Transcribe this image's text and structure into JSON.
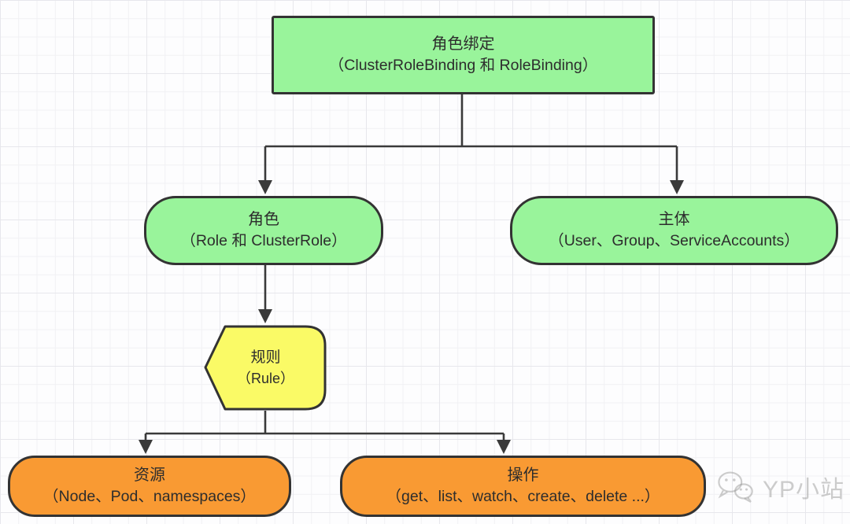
{
  "diagram": {
    "type": "flowchart",
    "nodes": {
      "role_binding": {
        "title": "角色绑定",
        "subtitle": "（ClusterRoleBinding 和 RoleBinding）",
        "shape": "rectangle",
        "fill": "#99f49b"
      },
      "role": {
        "title": "角色",
        "subtitle": "（Role 和 ClusterRole）",
        "shape": "rounded",
        "fill": "#99f49b"
      },
      "subject": {
        "title": "主体",
        "subtitle": "（User、Group、ServiceAccounts）",
        "shape": "rounded",
        "fill": "#99f49b"
      },
      "rule": {
        "title": "规则",
        "subtitle": "（Rule）",
        "shape": "left-point-pentagon",
        "fill": "#fafa66"
      },
      "resource": {
        "title": "资源",
        "subtitle": "（Node、Pod、namespaces）",
        "shape": "rounded",
        "fill": "#f99a33"
      },
      "action": {
        "title": "操作",
        "subtitle": "（get、list、watch、create、delete ...）",
        "shape": "rounded",
        "fill": "#f99a33"
      }
    },
    "edges": [
      {
        "from": "role_binding",
        "to": "role"
      },
      {
        "from": "role_binding",
        "to": "subject"
      },
      {
        "from": "role",
        "to": "rule"
      },
      {
        "from": "rule",
        "to": "resource"
      },
      {
        "from": "rule",
        "to": "action"
      }
    ],
    "colors": {
      "node_green": "#99f49b",
      "node_yellow": "#fafa66",
      "node_orange": "#f99a33",
      "node_border": "#333333",
      "connector": "#3a3a3a",
      "watermark": "#c9c9c9"
    },
    "watermark": {
      "icon": "wechat-icon",
      "label": "YP小站"
    }
  }
}
